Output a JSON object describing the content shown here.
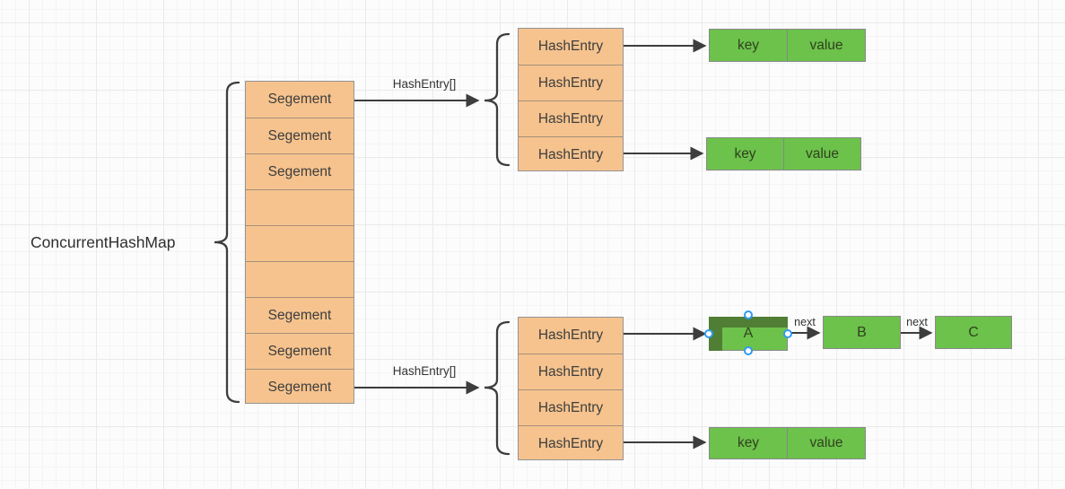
{
  "root_label": "ConcurrentHashMap",
  "segments": {
    "rows": [
      "Segement",
      "Segement",
      "Segement",
      "",
      "",
      "",
      "Segement",
      "Segement",
      "Segement"
    ]
  },
  "upper_group": {
    "array_label": "HashEntry[]",
    "entries": [
      "HashEntry",
      "HashEntry",
      "HashEntry",
      "HashEntry"
    ],
    "kv_top": {
      "key": "key",
      "value": "value"
    },
    "kv_bottom": {
      "key": "key",
      "value": "value"
    }
  },
  "lower_group": {
    "array_label": "HashEntry[]",
    "entries": [
      "HashEntry",
      "HashEntry",
      "HashEntry",
      "HashEntry"
    ],
    "linked_list": {
      "node_a": "A",
      "node_b": "B",
      "node_c": "C",
      "edge_label_ab": "next",
      "edge_label_bc": "next"
    },
    "kv_bottom": {
      "key": "key",
      "value": "value"
    }
  },
  "colors": {
    "segment_fill": "#f6c38e",
    "green_fill": "#6cc24b",
    "selection_overlay": "#507e34",
    "handle_ring": "#2f9bf0",
    "connector_line": "#3d3d3d",
    "shape_border": "#8a8a8a"
  }
}
